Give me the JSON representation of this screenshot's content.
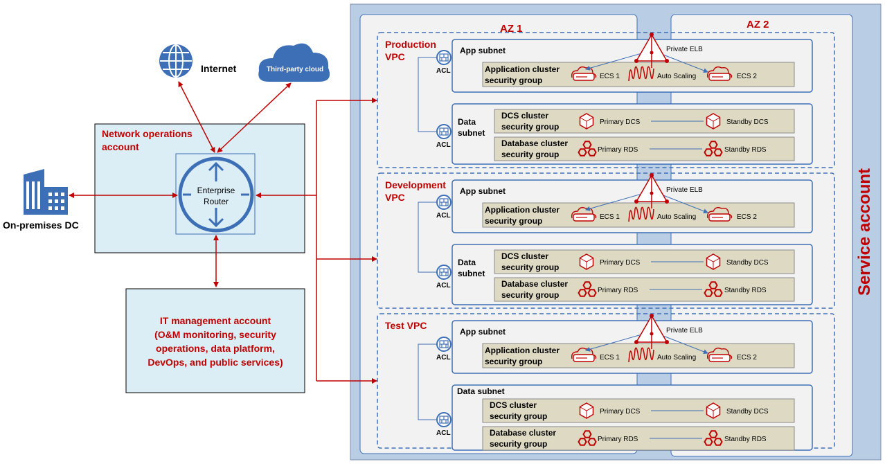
{
  "colors": {
    "red": "#c00000",
    "blue_icon": "#3d6fb6",
    "account_fill": "#dbeef5",
    "service_fill": "#b9cde4",
    "sg_fill": "#ddd9c3",
    "az_strip": "#b9cde4"
  },
  "external": {
    "internet": "Internet",
    "third_party": "Third-party cloud",
    "onprem": "On-premises DC"
  },
  "network_account": {
    "title": "Network operations account",
    "title_line1": "Network operations",
    "title_line2": "account",
    "router_line1": "Enterprise",
    "router_line2": "Router"
  },
  "it_account": {
    "lines": [
      "IT management account",
      "(O&M monitoring, security",
      "operations, data platform,",
      "DevOps, and public services)"
    ]
  },
  "service_account": {
    "title": "Service account",
    "az1": "AZ 1",
    "az2": "AZ 2"
  },
  "vpcs": [
    {
      "name_line1": "Production",
      "name_line2": "VPC",
      "app_subnet": "App subnet",
      "data_subnet_line1": "Data",
      "data_subnet_line2": "subnet",
      "acl": "ACL",
      "elb": "Private ELB",
      "app_sg_line1": "Application cluster",
      "app_sg_line2": "security group",
      "ecs1": "ECS 1",
      "ecs2": "ECS 2",
      "autoscaling": "Auto Scaling",
      "dcs_sg_line1": "DCS cluster",
      "dcs_sg_line2": "security group",
      "primary_dcs": "Primary DCS",
      "standby_dcs": "Standby DCS",
      "db_sg_line1": "Database cluster",
      "db_sg_line2": "security group",
      "primary_rds": "Primary RDS",
      "standby_rds": "Standby RDS"
    },
    {
      "name_line1": "Development",
      "name_line2": "VPC",
      "app_subnet": "App subnet",
      "data_subnet_line1": "Data",
      "data_subnet_line2": "subnet",
      "acl": "ACL",
      "elb": "Private ELB",
      "app_sg_line1": "Application cluster",
      "app_sg_line2": "security group",
      "ecs1": "ECS 1",
      "ecs2": "ECS 2",
      "autoscaling": "Auto Scaling",
      "dcs_sg_line1": "DCS cluster",
      "dcs_sg_line2": "security group",
      "primary_dcs": "Primary DCS",
      "standby_dcs": "Standby DCS",
      "db_sg_line1": "Database cluster",
      "db_sg_line2": "security group",
      "primary_rds": "Primary RDS",
      "standby_rds": "Standby RDS"
    },
    {
      "name_line1": "Test VPC",
      "name_line2": "",
      "app_subnet": "App subnet",
      "data_subnet_line1": "Data subnet",
      "data_subnet_line2": "",
      "acl": "ACL",
      "elb": "Private ELB",
      "app_sg_line1": "Application cluster",
      "app_sg_line2": "security group",
      "ecs1": "ECS 1",
      "ecs2": "ECS 2",
      "autoscaling": "Auto Scaling",
      "dcs_sg_line1": "DCS cluster",
      "dcs_sg_line2": "security group",
      "primary_dcs": "Primary DCS",
      "standby_dcs": "Standby DCS",
      "db_sg_line1": "Database cluster",
      "db_sg_line2": "security group",
      "primary_rds": "Primary RDS",
      "standby_rds": "Standby RDS"
    }
  ]
}
